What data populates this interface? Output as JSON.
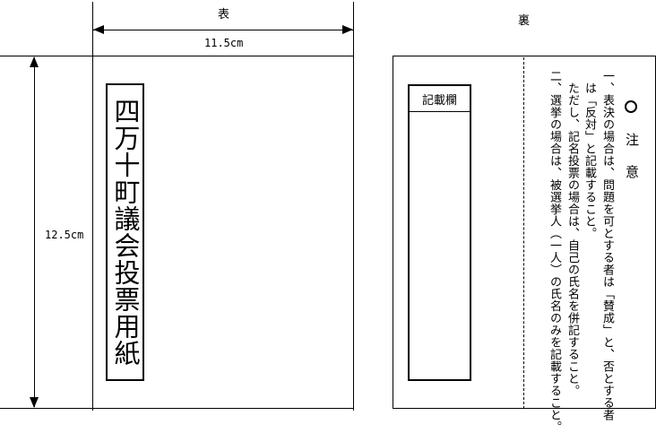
{
  "front": {
    "side_label": "表",
    "width_label": "11.5cm",
    "height_label": "12.5cm",
    "title": "四万十町議会投票用紙"
  },
  "back": {
    "side_label": "裏",
    "record_label": "記載欄",
    "notice": {
      "heading_symbol": "○",
      "heading": "注　意",
      "item1_line1": "一、表決の場合は、問題を可とする者は「賛成」と、否とする者",
      "item1_line2": "　は「反対」と記載すること。",
      "item1_line3": "　ただし、記名投票の場合は、自己の氏名を併記すること。",
      "item2_line1": "二、選挙の場合は、被選挙人（一人）の氏名のみを記載すること。"
    }
  }
}
